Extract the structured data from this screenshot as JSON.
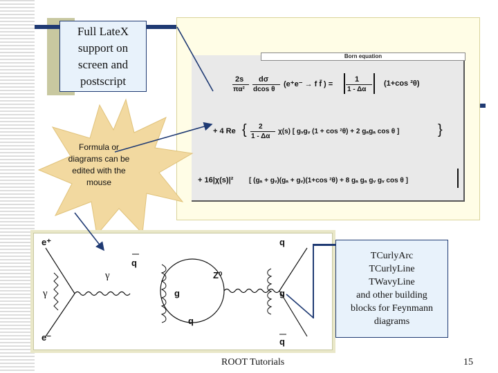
{
  "title_box": {
    "text": "Full LateX support on screen and postscript"
  },
  "star_text": "Formula or diagrams can be edited with the mouse",
  "formula": {
    "header": "Born equation",
    "line1_lhs_num": "2s",
    "line1_lhs_den": "πα²",
    "line1_d_num": "dσ",
    "line1_d_den": "dcos θ",
    "line1_mid": "(e⁺e⁻ → f f̄ ) =",
    "line1_frac_num": "1",
    "line1_frac_den": "1 - Δα",
    "line1_end": "(1+cos ²θ)",
    "line2_start": "+ 4 Re",
    "line2_frac_num": "2",
    "line2_frac_den": "1 - Δα",
    "line2_body": "χ(s) [ gᵥgᵥ (1 + cos ²θ) + 2 gₐgₐ cos θ ]",
    "line3_start": "+ 16|χ(s)|²",
    "line3_body": "[ (gₐ + gᵥ)(gₐ + gᵥ)(1+cos ²θ) + 8 gₐ gₐ gᵥ gᵥ cos θ ]"
  },
  "feynman": {
    "labels": {
      "e_plus": "e⁺",
      "e_minus": "e⁻",
      "gamma_left": "γ",
      "gamma_mid": "γ",
      "q_bar_top": "q",
      "q_bottom": "q",
      "g_left": "g",
      "z0": "Z⁰",
      "q_right_top": "q",
      "g_right": "g",
      "q_bar_right": "q"
    }
  },
  "tcurly_box": {
    "lines": [
      "TCurlyArc",
      "TCurlyLine",
      "TWavyLine",
      "and other building",
      "blocks for Feynmann",
      "diagrams"
    ]
  },
  "footer": "ROOT Tutorials",
  "page_number": "15",
  "colors": {
    "accent": "#1f3a73",
    "box_fill": "#e8f2fb",
    "star_fill": "#f2d9a0",
    "panel_border": "#c8c8a0"
  }
}
